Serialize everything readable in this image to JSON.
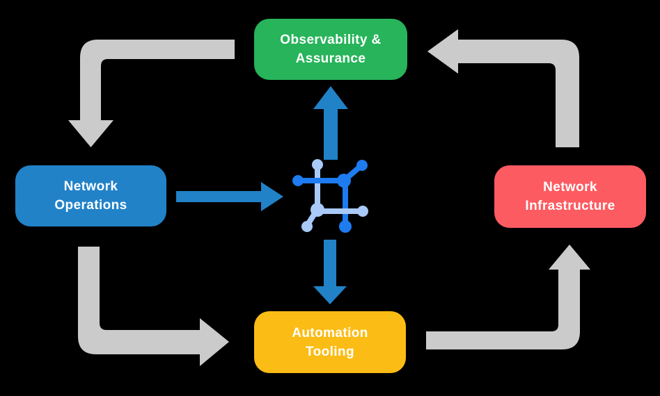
{
  "canvas": {
    "background": "#000000"
  },
  "nodes": {
    "observability": {
      "label": "Observability &\nAssurance",
      "color": "#27b45a"
    },
    "operations": {
      "label": "Network\nOperations",
      "color": "#2182c8"
    },
    "infrastructure": {
      "label": "Network\nInfrastructure",
      "color": "#fc5b61"
    },
    "automation": {
      "label": "Automation\nTooling",
      "color": "#fbbc15"
    }
  },
  "icon": {
    "name": "network-topology",
    "primary": "#1e7bf0",
    "secondary": "#a9c9f8"
  },
  "colors": {
    "cycle_arrow": "#cbcbcb",
    "flow_arrow": "#2182c8",
    "label_text": "#ffffff"
  },
  "flows": {
    "cycle": [
      {
        "from": "Observability & Assurance",
        "to": "Network Operations"
      },
      {
        "from": "Network Operations",
        "to": "Automation Tooling"
      },
      {
        "from": "Automation Tooling",
        "to": "Network Infrastructure"
      },
      {
        "from": "Network Infrastructure",
        "to": "Observability & Assurance"
      }
    ],
    "center": [
      {
        "from": "Network Operations",
        "to": "network-topology-icon"
      },
      {
        "from": "network-topology-icon",
        "to": "Observability & Assurance"
      },
      {
        "from": "network-topology-icon",
        "to": "Automation Tooling"
      }
    ]
  }
}
